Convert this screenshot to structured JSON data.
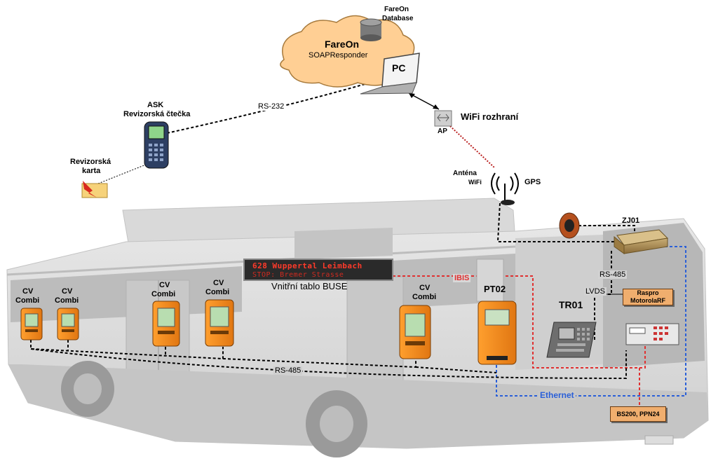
{
  "server": {
    "db_title": "FareOn",
    "db_subtitle": "Database",
    "cloud_title": "FareOn",
    "cloud_subtitle": "SOAPResponder",
    "pc_label": "PC"
  },
  "network": {
    "ap_label": "AP",
    "wifi_label": "WiFi rozhraní",
    "antenna_label": "Anténa",
    "antenna_wifi": "WiFi",
    "gps_label": "GPS",
    "rs232_label": "RS-232"
  },
  "inspector": {
    "ask_label": "ASK",
    "reader_label": "Revizorská čtečka",
    "card_label_1": "Revizorská",
    "card_label_2": "karta"
  },
  "bus": {
    "display_line1": "628 Wuppertal Leimbach",
    "display_line2": "STOP:   Bremer Strasse",
    "display_caption": "Vnitřní tablo BUSE",
    "ibis_label": "IBIS",
    "validator_title": "CV",
    "validator_subtitle": "Combi",
    "pt02_label": "PT02",
    "tr01_label": "TR01",
    "zj01_label": "ZJ01",
    "rs485_vertical": "RS-485",
    "lvds_label": "LVDS",
    "rs485_bus": "RS-485",
    "ethernet_label": "Ethernet",
    "radio_box": "Raspro MotorolaRF",
    "bs_box": "BS200, PPN24"
  },
  "colors": {
    "validator_orange": "#f08a1c",
    "rs485_dash": "#000000",
    "ibis_red": "#e03030",
    "ethernet_blue": "#2a5fd8",
    "info_box": "#f0ae6e"
  }
}
